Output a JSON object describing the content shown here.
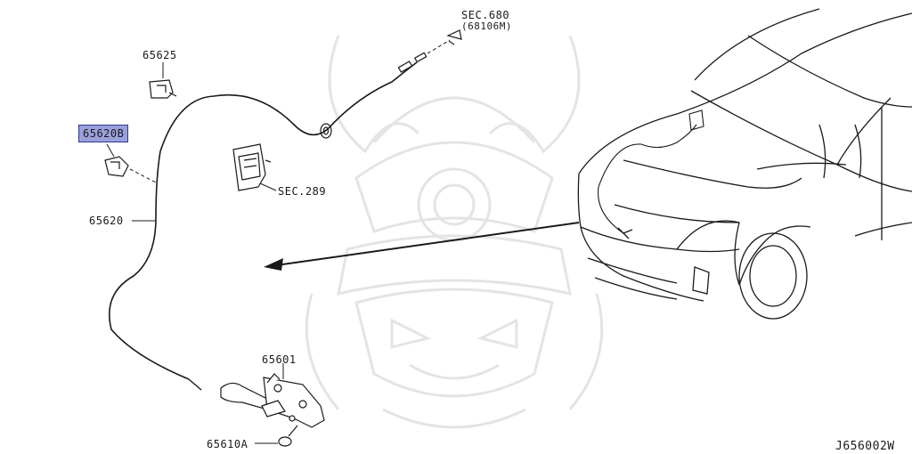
{
  "labels": {
    "sec680": "SEC.680",
    "sec680_sub": "(68106M)",
    "p65625": "65625",
    "p65620b": "65620B",
    "p65620": "65620",
    "sec289": "SEC.289",
    "p65601": "65601",
    "p65610a": "65610A",
    "diagram_code": "J656002W"
  },
  "colors": {
    "line": "#1a1a1a",
    "highlight_fill": "#9aa0dc",
    "highlight_border": "#2f3a8c",
    "watermark": "#e6e6e6"
  },
  "icons": {
    "watermark": "samurai-helmet-watermark",
    "car": "car-front-outline",
    "lock": "hood-lock-assembly",
    "handle": "hood-release-handle"
  }
}
